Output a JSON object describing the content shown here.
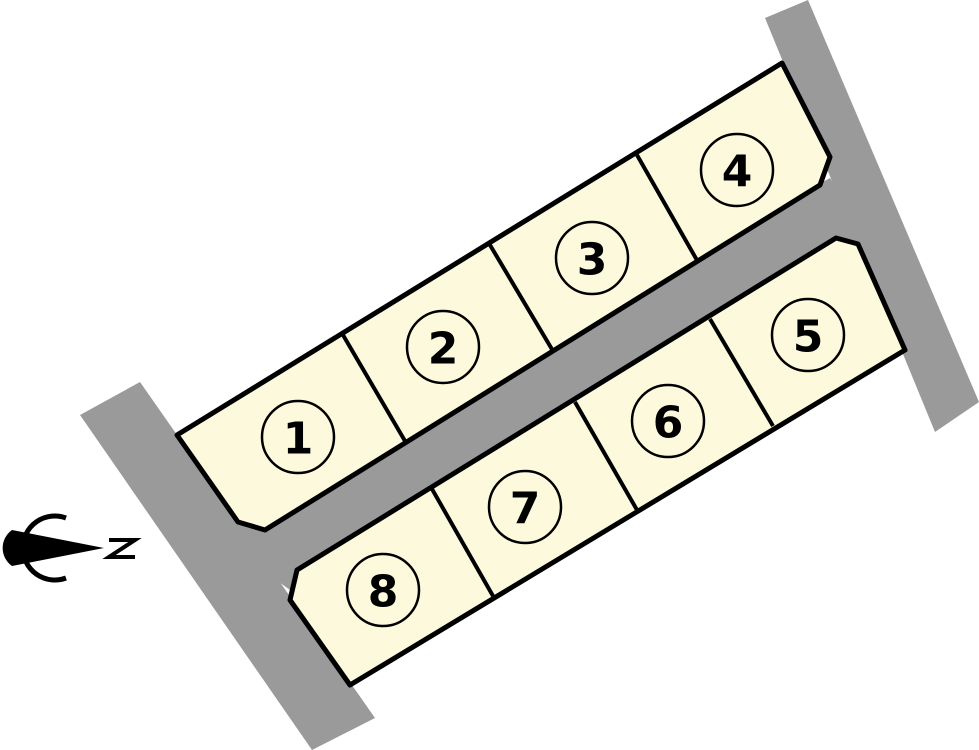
{
  "colors": {
    "road": "#9a9a9a",
    "lot": "#fdf9dc",
    "outline": "#000000"
  },
  "compass": {
    "label": "N",
    "icon": "north-arrow-icon"
  },
  "lots": [
    {
      "number": "1"
    },
    {
      "number": "2"
    },
    {
      "number": "3"
    },
    {
      "number": "4"
    },
    {
      "number": "5"
    },
    {
      "number": "6"
    },
    {
      "number": "7"
    },
    {
      "number": "8"
    }
  ]
}
